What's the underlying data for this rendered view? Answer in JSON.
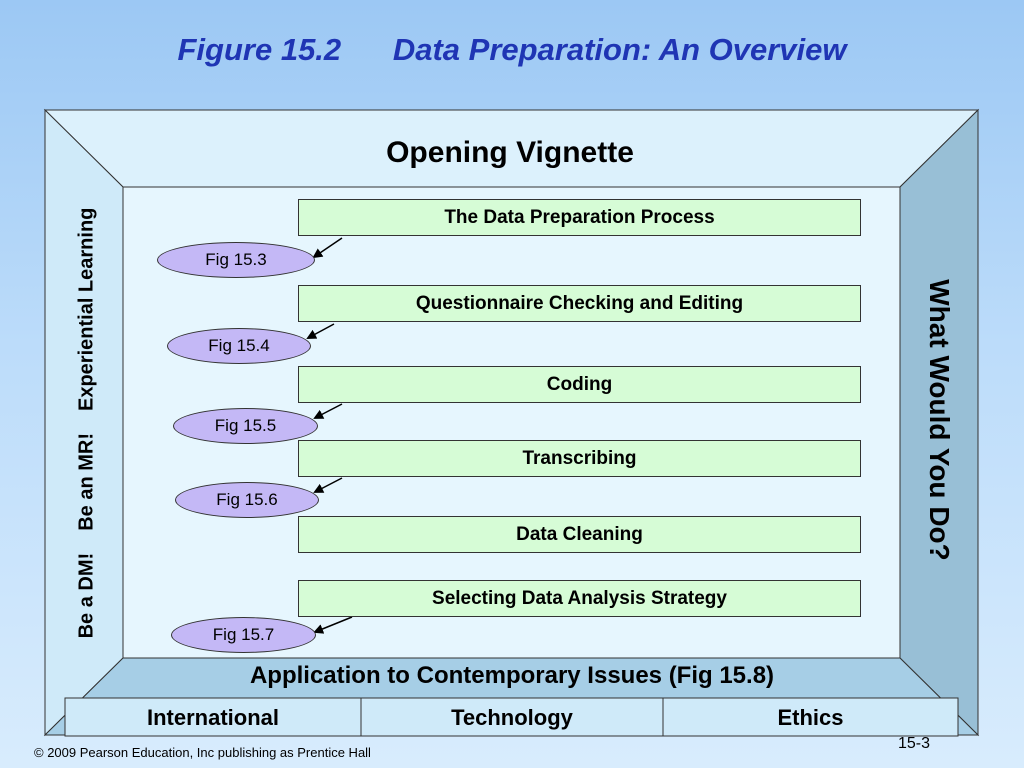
{
  "title": "Figure 15.2      Data Preparation: An Overview",
  "opening": "Opening Vignette",
  "left_side": {
    "a": "Experiential Learning",
    "b": "Be an MR!",
    "c": "Be a DM!"
  },
  "right_side": "What Would You Do?",
  "steps": [
    "The Data Preparation Process",
    "Questionnaire Checking and Editing",
    "Coding",
    "Transcribing",
    "Data Cleaning",
    "Selecting Data Analysis Strategy"
  ],
  "figs": [
    "Fig 15.3",
    "Fig 15.4",
    "Fig 15.5",
    "Fig 15.6",
    "Fig 15.7"
  ],
  "application": "Application to Contemporary Issues (Fig 15.8)",
  "categories": [
    "International",
    "Technology",
    "Ethics"
  ],
  "footer": "© 2009 Pearson Education, Inc publishing as Prentice Hall",
  "page_number": "15-3",
  "colors": {
    "title": "#1f35b4",
    "step_fill": "#d6fcd6",
    "fig_fill": "#c4b8f6",
    "frame_light": "#d6eefb",
    "frame_inner": "#e6f6fe",
    "frame_right": "#98bfd6"
  }
}
